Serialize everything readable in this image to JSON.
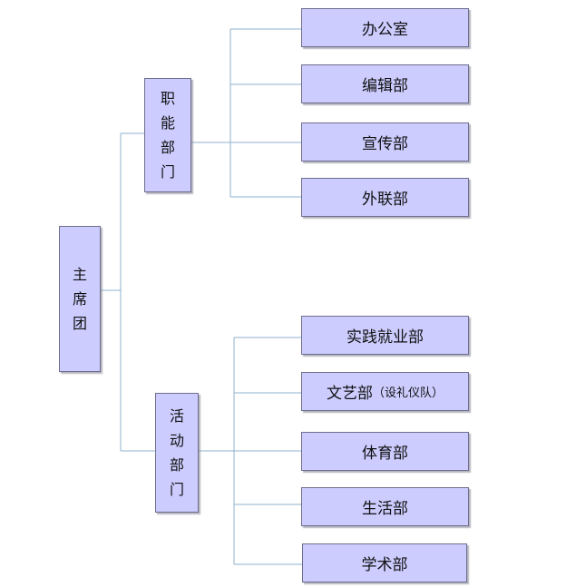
{
  "root": {
    "chars": [
      "主",
      "席",
      "团"
    ]
  },
  "branches": [
    {
      "chars": [
        "职",
        "能",
        "部",
        "门"
      ],
      "children": [
        {
          "label": "办公室"
        },
        {
          "label": "编辑部"
        },
        {
          "label": "宣传部"
        },
        {
          "label": "外联部"
        }
      ]
    },
    {
      "chars": [
        "活",
        "动",
        "部",
        "门"
      ],
      "children": [
        {
          "label": "实践就业部"
        },
        {
          "label": "文艺部",
          "note": "（设礼仪队）"
        },
        {
          "label": "体育部"
        },
        {
          "label": "生活部"
        },
        {
          "label": "学术部"
        }
      ]
    }
  ],
  "colors": {
    "box_fill": "#ccccff",
    "box_border": "#6e6e8c",
    "connector": "#8fb2cc"
  }
}
